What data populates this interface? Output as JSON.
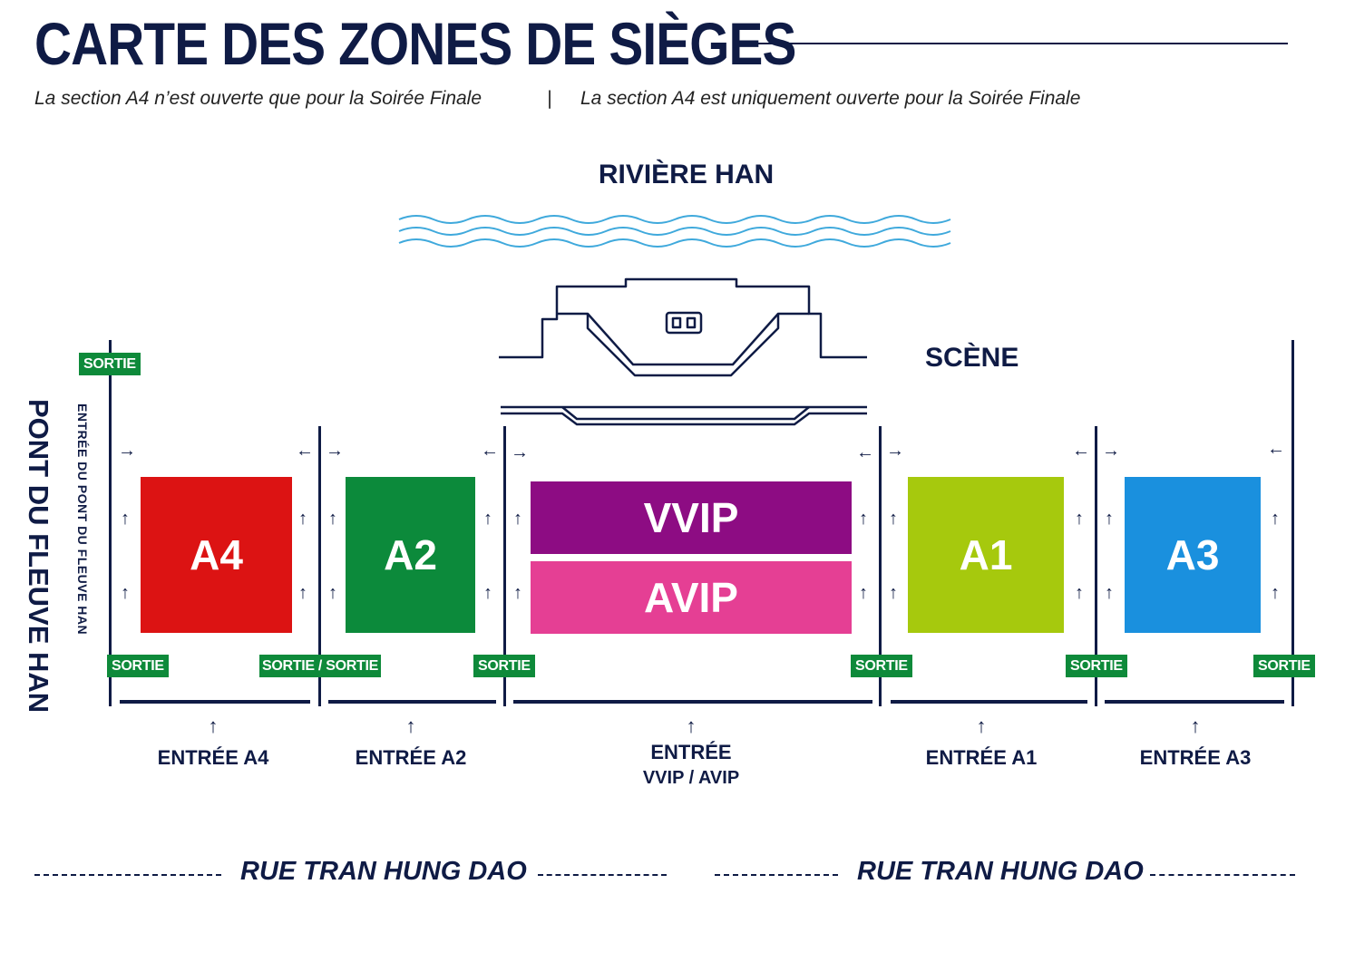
{
  "header": {
    "title": "CARTE DES ZONES DE SIÈGES",
    "subtitle_left": "La section A4 n’est ouverte que pour la Soirée Finale",
    "separator": "|",
    "subtitle_right": "La section A4 est uniquement ouverte pour la Soirée Finale"
  },
  "landmarks": {
    "river": "RIVIÈRE HAN",
    "scene": "SCÈNE",
    "bridge": "PONT DU FLEUVE HAN",
    "bridge_entrance": "ENTRÉE DU PONT DU FLEUVE HAN"
  },
  "zones": {
    "a4": {
      "label": "A4",
      "color": "#dc1313"
    },
    "a2": {
      "label": "A2",
      "color": "#0c8a3b"
    },
    "vvip": {
      "label": "VVIP",
      "color": "#8d0c83"
    },
    "avip": {
      "label": "AVIP",
      "color": "#e53f94"
    },
    "a1": {
      "label": "A1",
      "color": "#a6c90d"
    },
    "a3": {
      "label": "A3",
      "color": "#1a90de"
    }
  },
  "exits": {
    "label": "SORTIE",
    "combined": "SORTIE / SORTIE",
    "color": "#0e8a3a"
  },
  "entrances": {
    "a4": "ENTRÉE A4",
    "a2": "ENTRÉE A2",
    "vip_line1": "ENTRÉE",
    "vip_line2": "VVIP / AVIP",
    "a1": "ENTRÉE A1",
    "a3": "ENTRÉE A3"
  },
  "street": {
    "left": "RUE TRAN HUNG DAO",
    "right": "RUE TRAN HUNG DAO"
  },
  "icons": {
    "arrow_up": "↑",
    "arrow_right": "→",
    "arrow_left": "←",
    "water": "water-waves-icon",
    "stage": "stage-outline-icon"
  },
  "colors": {
    "ink": "#0f1b45",
    "water": "#3fa9dc"
  }
}
